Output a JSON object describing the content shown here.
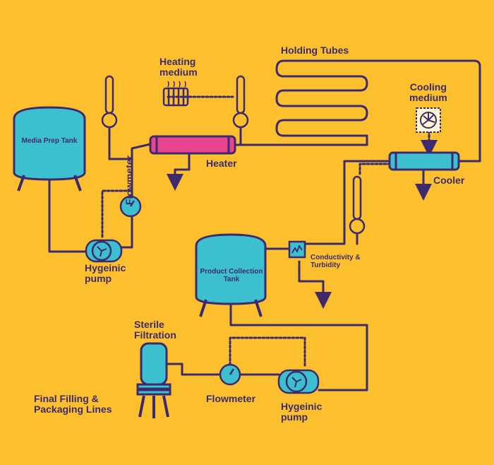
{
  "labels": {
    "holding_tubes": "Holding Tubes",
    "heating_medium": "Heating\nmedium",
    "cooling_medium": "Cooling\nmedium",
    "media_prep_tank": "Media Prep Tank",
    "heater": "Heater",
    "cooler": "Cooler",
    "flowmeter_top": "Flowmeter",
    "hygeinic_pump_top": "Hygeinic\npump",
    "product_collection_tank": "Product Collection\nTank",
    "conductivity": "Conductivity &\nTurbidity",
    "sterile_filtration": "Sterile\nFiltration",
    "final_filling": "Final Filling &\nPackaging Lines",
    "flowmeter_bottom": "Flowmeter",
    "hygeinic_pump_bottom": "Hygeinic\npump"
  },
  "colors": {
    "background": "#fcc02e",
    "line": "#3d2a6e",
    "vessel": "#3cc0d0",
    "heater": "#e8458e"
  }
}
